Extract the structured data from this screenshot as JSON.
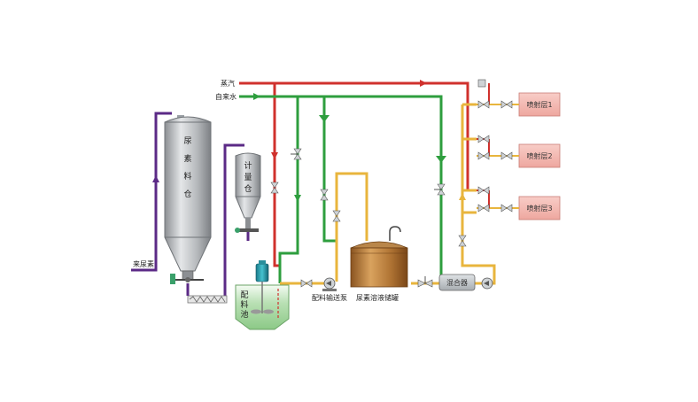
{
  "lines": {
    "steam": "蒸汽",
    "tap_water": "自来水"
  },
  "equipment": {
    "urea_silo": [
      "尿",
      "素",
      "料",
      "仓"
    ],
    "metering_bin": [
      "计",
      "量",
      "仓"
    ],
    "batching_tank": [
      "配",
      "料",
      "池"
    ],
    "batching_pump": "配料输送泵",
    "storage_tank": "尿素溶液储罐",
    "mixer": "混合器",
    "incoming_urea": "来尿素"
  },
  "spray_layers": [
    "喷射层1",
    "喷射层2",
    "喷射层3"
  ],
  "colors": {
    "steam": "#d0312d",
    "water": "#2e9e3e",
    "urea_transfer": "#5b2a86",
    "solution": "#e8b53d",
    "layer_box": "#f2b8b2"
  }
}
